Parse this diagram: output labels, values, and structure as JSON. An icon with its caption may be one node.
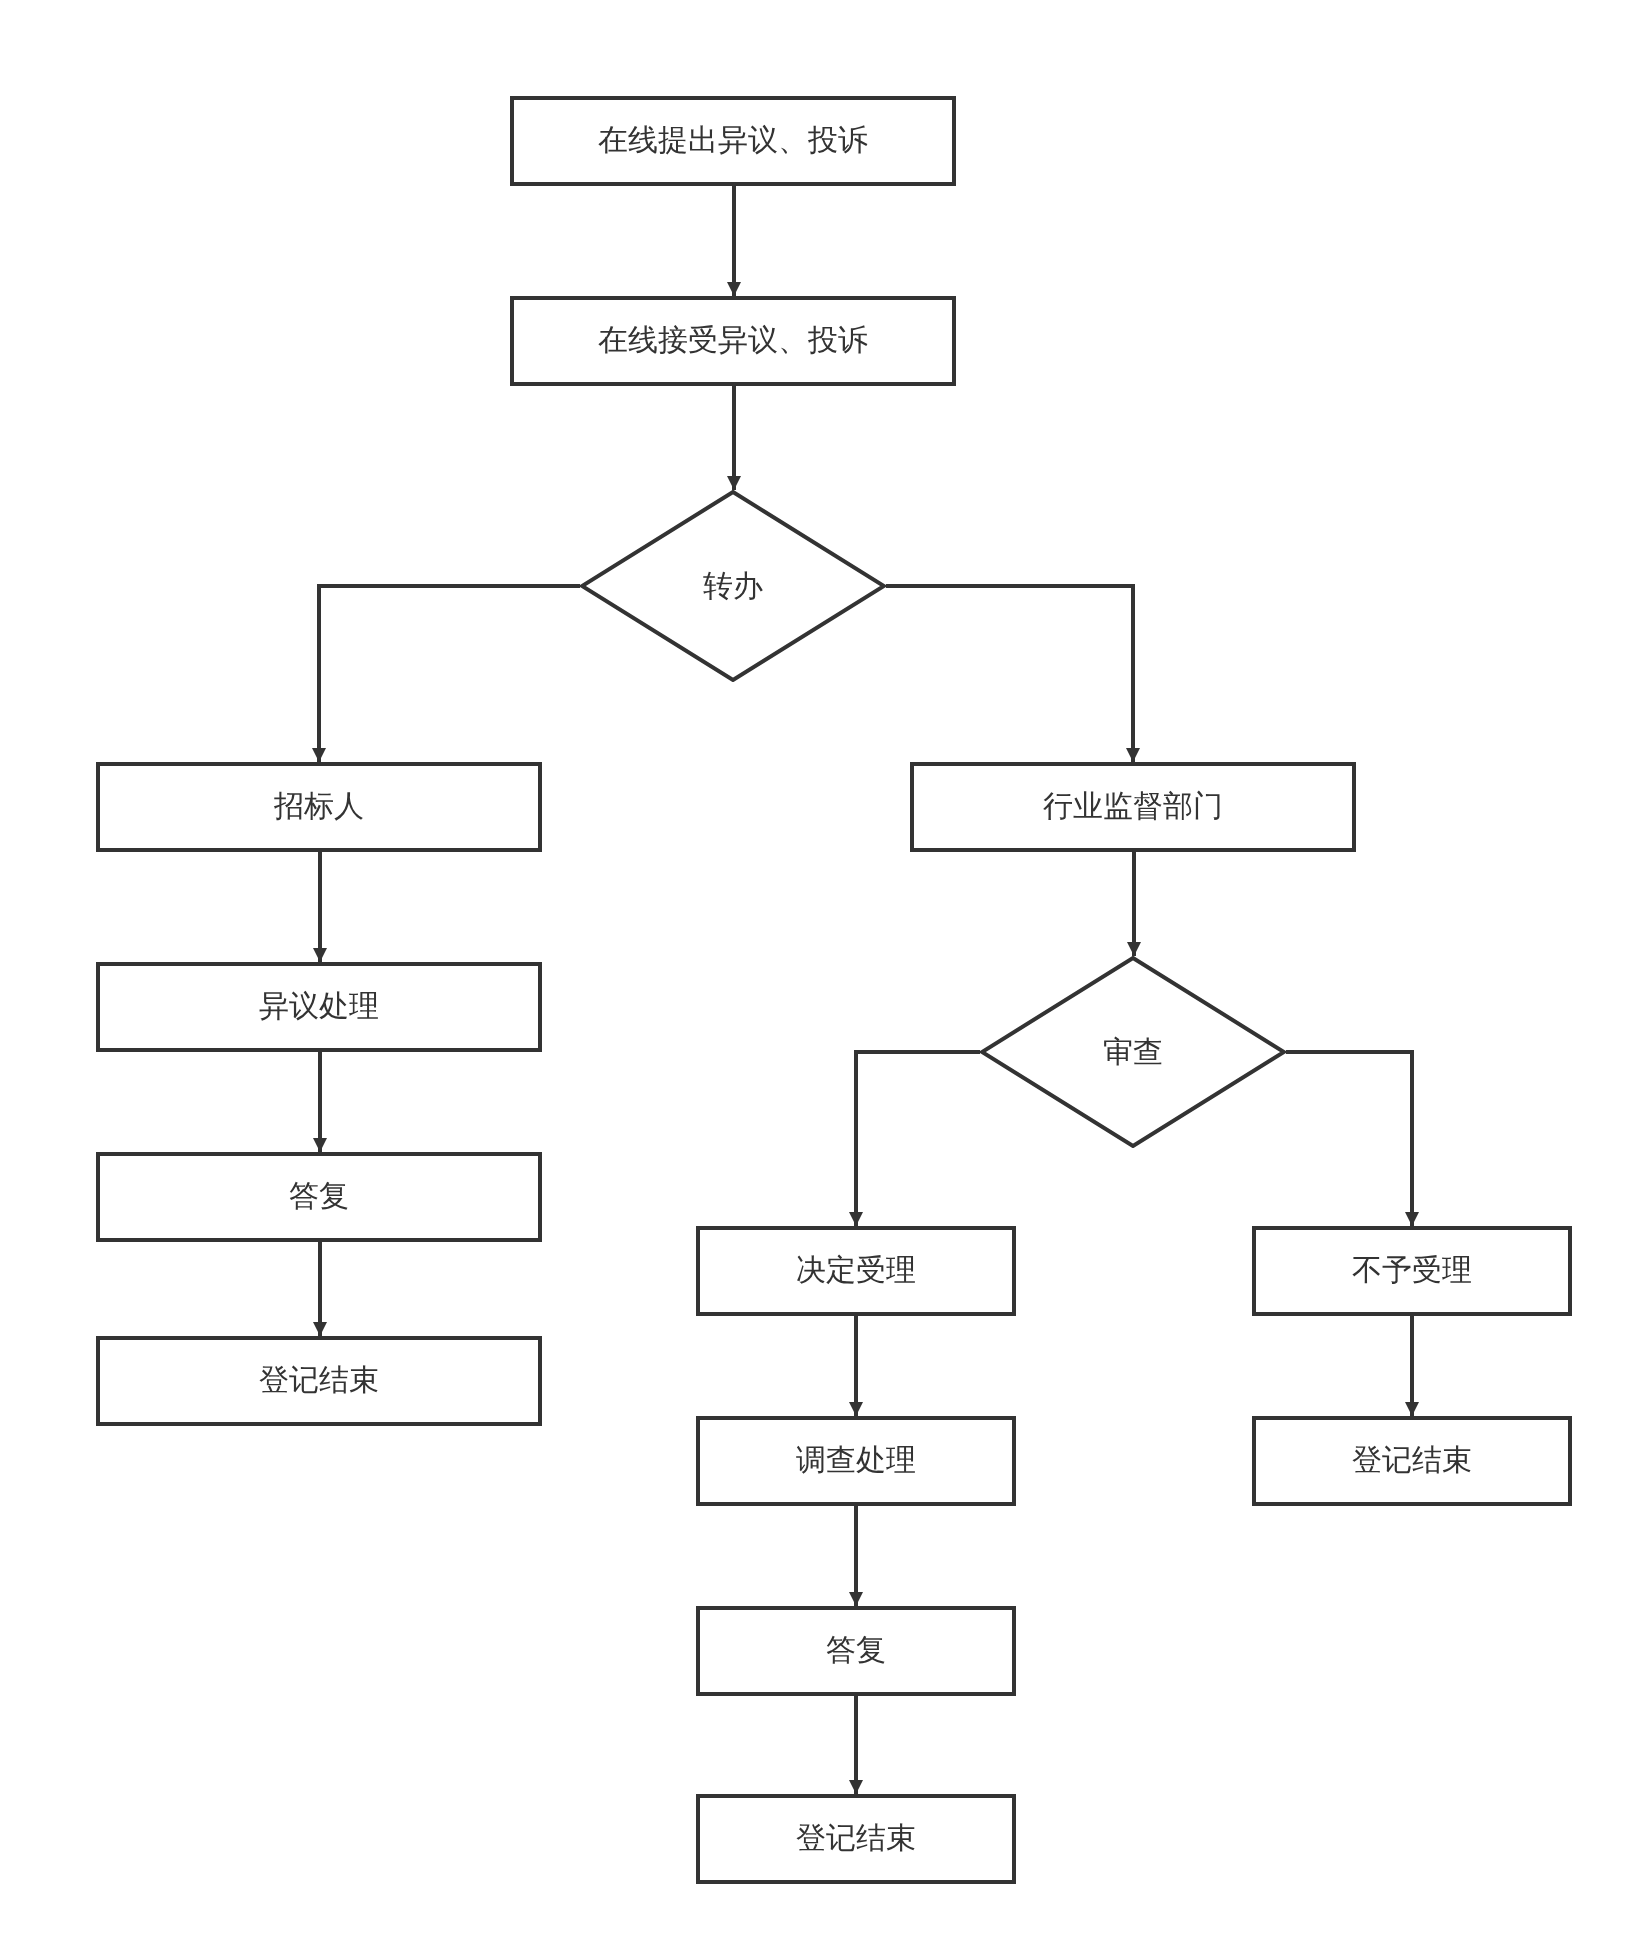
{
  "diagram": {
    "nodes": [
      {
        "text": [
          "在线提出异议、投诉"
        ]
      },
      {
        "text": [
          "在线接受异议、投诉"
        ]
      },
      {
        "text": [
          "转办"
        ]
      },
      {
        "text": [
          "招标人"
        ]
      },
      {
        "text": [
          "行业监督部门"
        ]
      },
      {
        "text": [
          "异议处理"
        ]
      },
      {
        "text": [
          "答复"
        ]
      },
      {
        "text": [
          "登记结束"
        ]
      },
      {
        "text": [
          "审查"
        ]
      },
      {
        "text": [
          "决定受理"
        ]
      },
      {
        "text": [
          "不予受理"
        ]
      },
      {
        "text": [
          "调查处理"
        ]
      },
      {
        "text": [
          "登记结束"
        ]
      },
      {
        "text": [
          "答复"
        ]
      },
      {
        "text": [
          "登记结束"
        ]
      }
    ],
    "edges": [
      {
        "from": 0,
        "to": 1,
        "arrow": "to"
      },
      {
        "from": 1,
        "to": 2,
        "arrow": "to"
      },
      {
        "from": 2,
        "to": 3,
        "arrow": "to"
      },
      {
        "from": 2,
        "to": 4,
        "arrow": "to"
      },
      {
        "from": 3,
        "to": 5,
        "arrow": "to"
      },
      {
        "from": 5,
        "to": 6,
        "arrow": "to"
      },
      {
        "from": 6,
        "to": 7,
        "arrow": "to"
      },
      {
        "from": 4,
        "to": 8,
        "arrow": "to"
      },
      {
        "from": 8,
        "to": 9,
        "arrow": "to"
      },
      {
        "from": 8,
        "to": 10,
        "arrow": "to"
      },
      {
        "from": 9,
        "to": 11,
        "arrow": "to"
      },
      {
        "from": 11,
        "to": 13,
        "arrow": "to"
      },
      {
        "from": 13,
        "to": 14,
        "arrow": "to"
      },
      {
        "from": 10,
        "to": 12,
        "arrow": "to"
      }
    ]
  }
}
